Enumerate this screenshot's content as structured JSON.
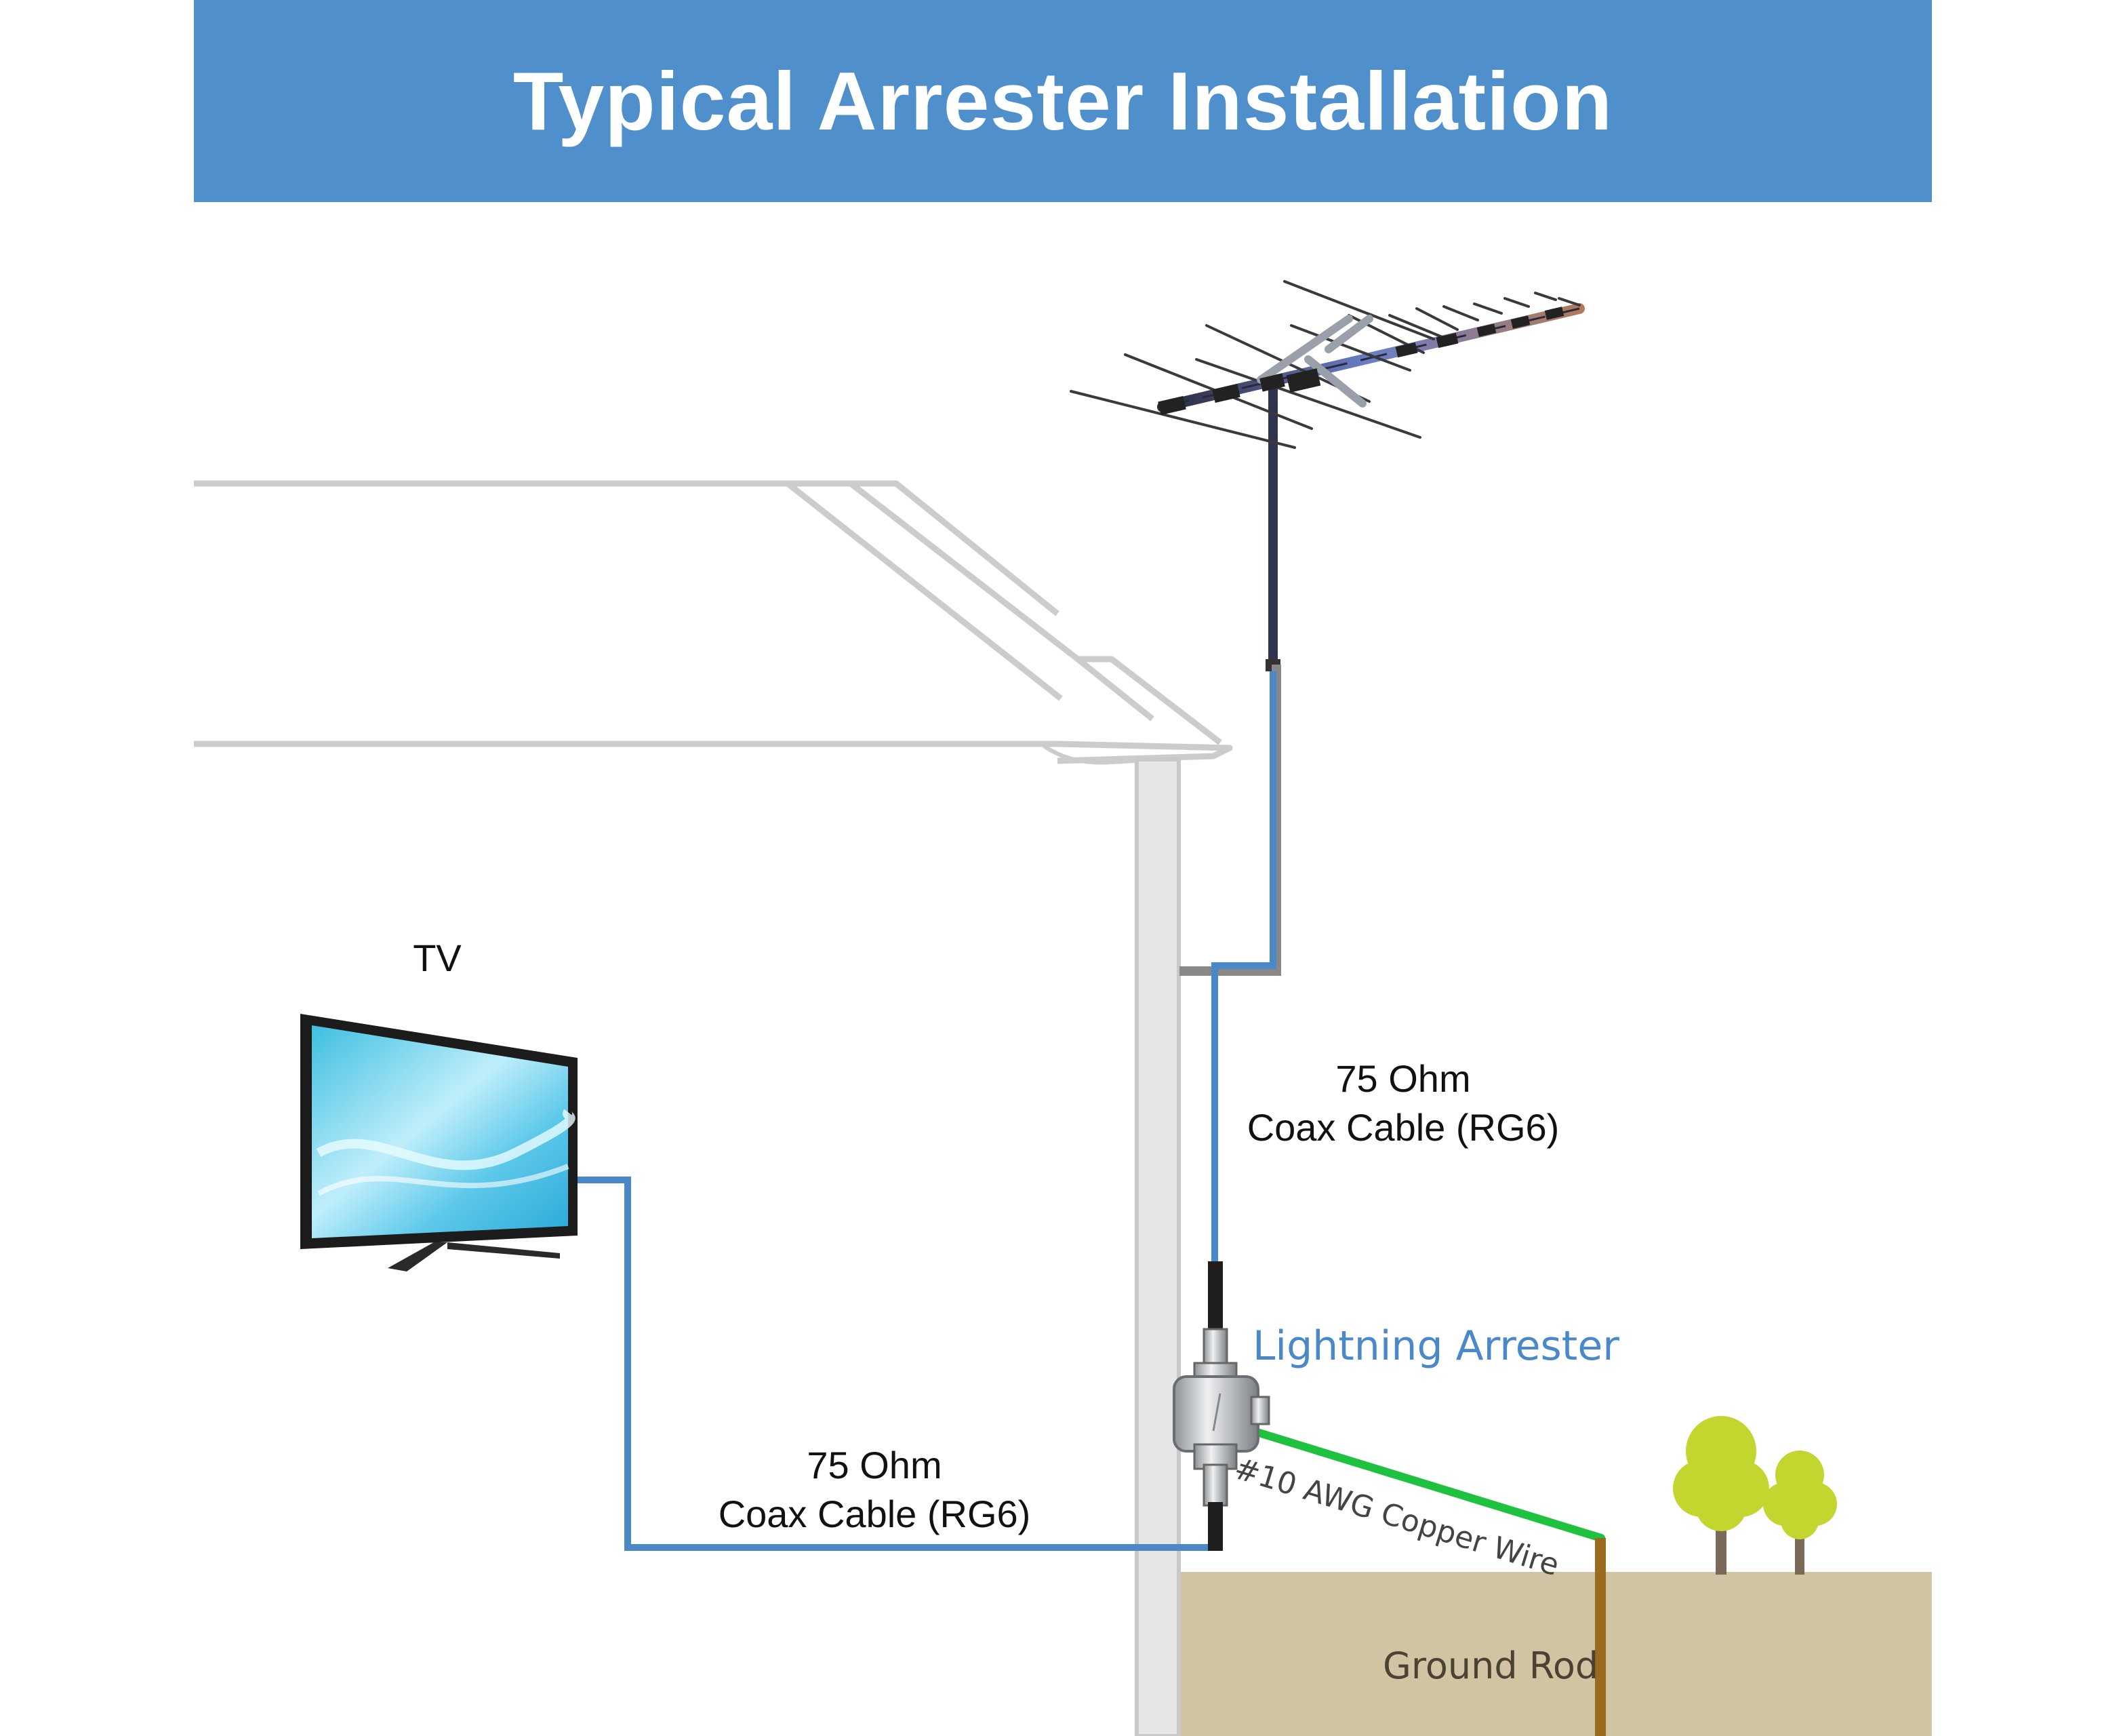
{
  "header": {
    "title": "Typical Arrester Installation"
  },
  "labels": {
    "tv": "TV",
    "coax_top_line1": "75 Ohm",
    "coax_top_line2": "Coax Cable (RG6)",
    "coax_bottom_line1": "75 Ohm",
    "coax_bottom_line2": "Coax Cable (RG6)",
    "arrester": "Lightning Arrester",
    "wire": "#10 AWG Copper Wire",
    "ground": "Ground Rod"
  },
  "colors": {
    "banner": "#4f8fcc",
    "coax": "#4a88c7",
    "ground_wire": "#1fc23f",
    "ground_rod": "#9a6a1e",
    "soil": "#d1c4a2",
    "house_outline": "#cccccc",
    "tree_leaf": "#c3d630",
    "tree_trunk": "#7a6a5a"
  },
  "icons": [
    "antenna-icon",
    "tv-icon",
    "arrester-icon",
    "tree-icon"
  ]
}
